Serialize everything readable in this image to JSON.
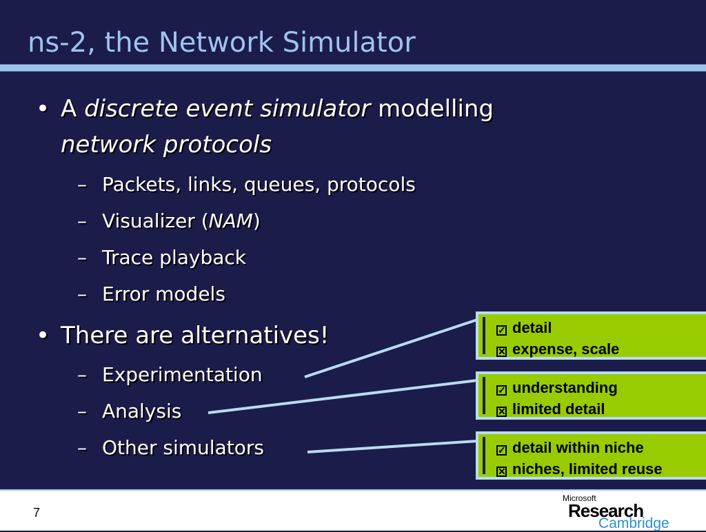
{
  "title": "ns-2, the Network Simulator",
  "bullets": {
    "b1": {
      "pre": "A ",
      "italic": "discrete event simulator",
      "mid": " modelling",
      "line2": "network protocols"
    },
    "subs1": [
      {
        "text": "Packets, links, queues, protocols"
      },
      {
        "pre": "Visualizer (",
        "italic": "NAM",
        "post": ")"
      },
      {
        "text": "Trace playback"
      },
      {
        "text": "Error models"
      }
    ],
    "b2": "There are alternatives!",
    "subs2": [
      "Experimentation",
      "Analysis",
      "Other simulators"
    ]
  },
  "boxes": [
    {
      "pro": "detail",
      "con": "expense, scale"
    },
    {
      "pro": "understanding",
      "con": "limited detail"
    },
    {
      "pro": "detail within niche",
      "con": "niches, limited reuse"
    }
  ],
  "footer": {
    "page_number": "7",
    "logo": {
      "microsoft": "Microsoft",
      "research": "Research",
      "cambridge": "Cambridge"
    }
  },
  "colors": {
    "background": "#1c1c4a",
    "title": "#9fc4f0",
    "box_fill": "#99cc00",
    "connector": "#b8dcf0"
  },
  "icons": {
    "pro": "checkbox-checked-icon",
    "con": "checkbox-crossed-icon"
  }
}
